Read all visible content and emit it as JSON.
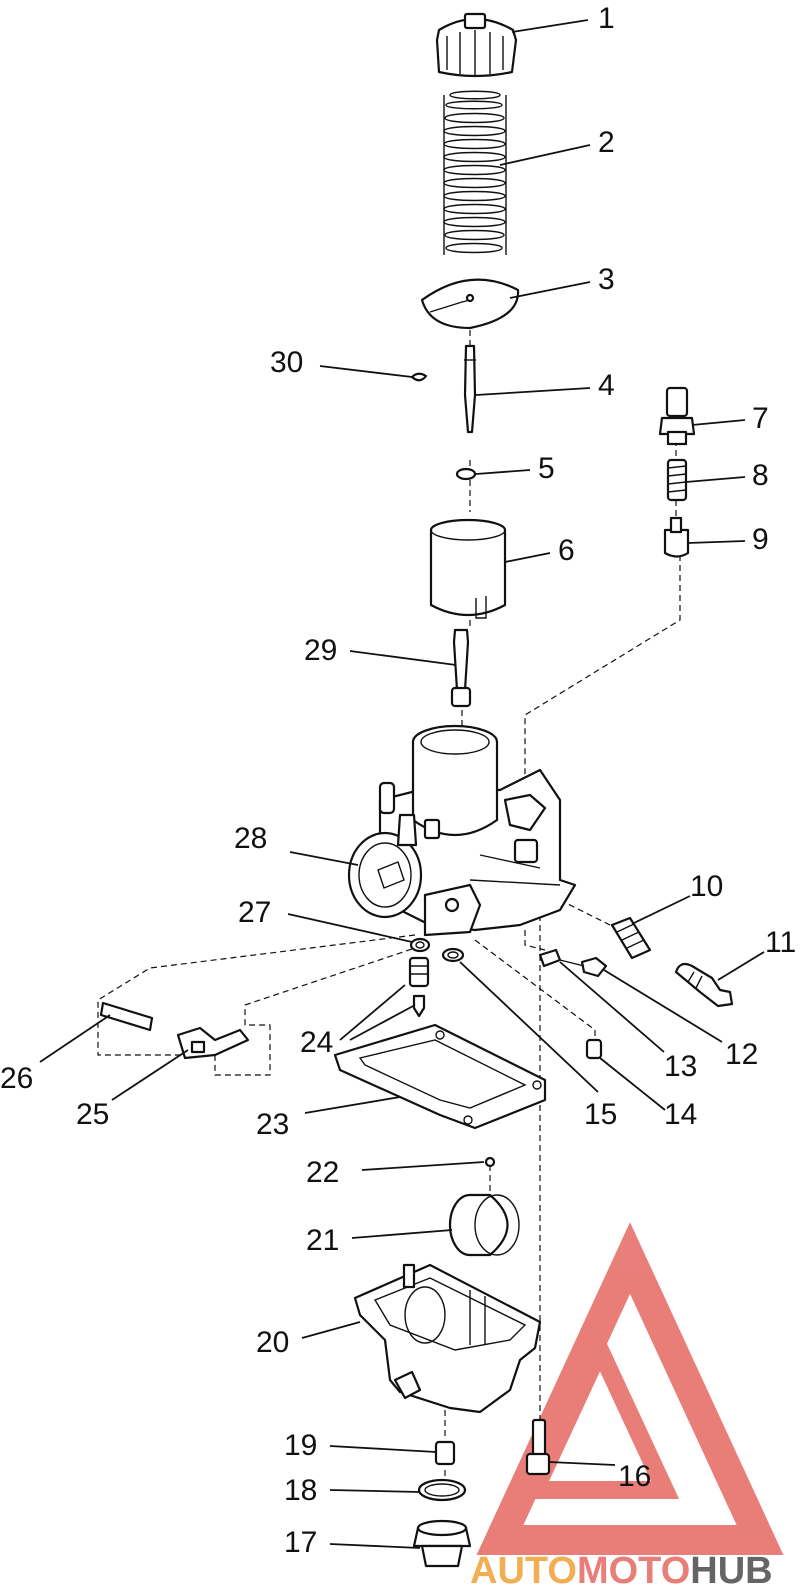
{
  "diagram": {
    "callouts": [
      "1",
      "2",
      "3",
      "4",
      "5",
      "6",
      "7",
      "8",
      "9",
      "10",
      "11",
      "12",
      "13",
      "14",
      "15",
      "16",
      "17",
      "18",
      "19",
      "20",
      "21",
      "22",
      "23",
      "24",
      "25",
      "26",
      "27",
      "28",
      "29",
      "30"
    ]
  },
  "watermark": {
    "part1": "AUTO",
    "part2": "MOTO",
    "part3": "HUB",
    "color_primary": "#e7716b",
    "color_secondary": "#f0a640",
    "color_dark": "#555555"
  }
}
